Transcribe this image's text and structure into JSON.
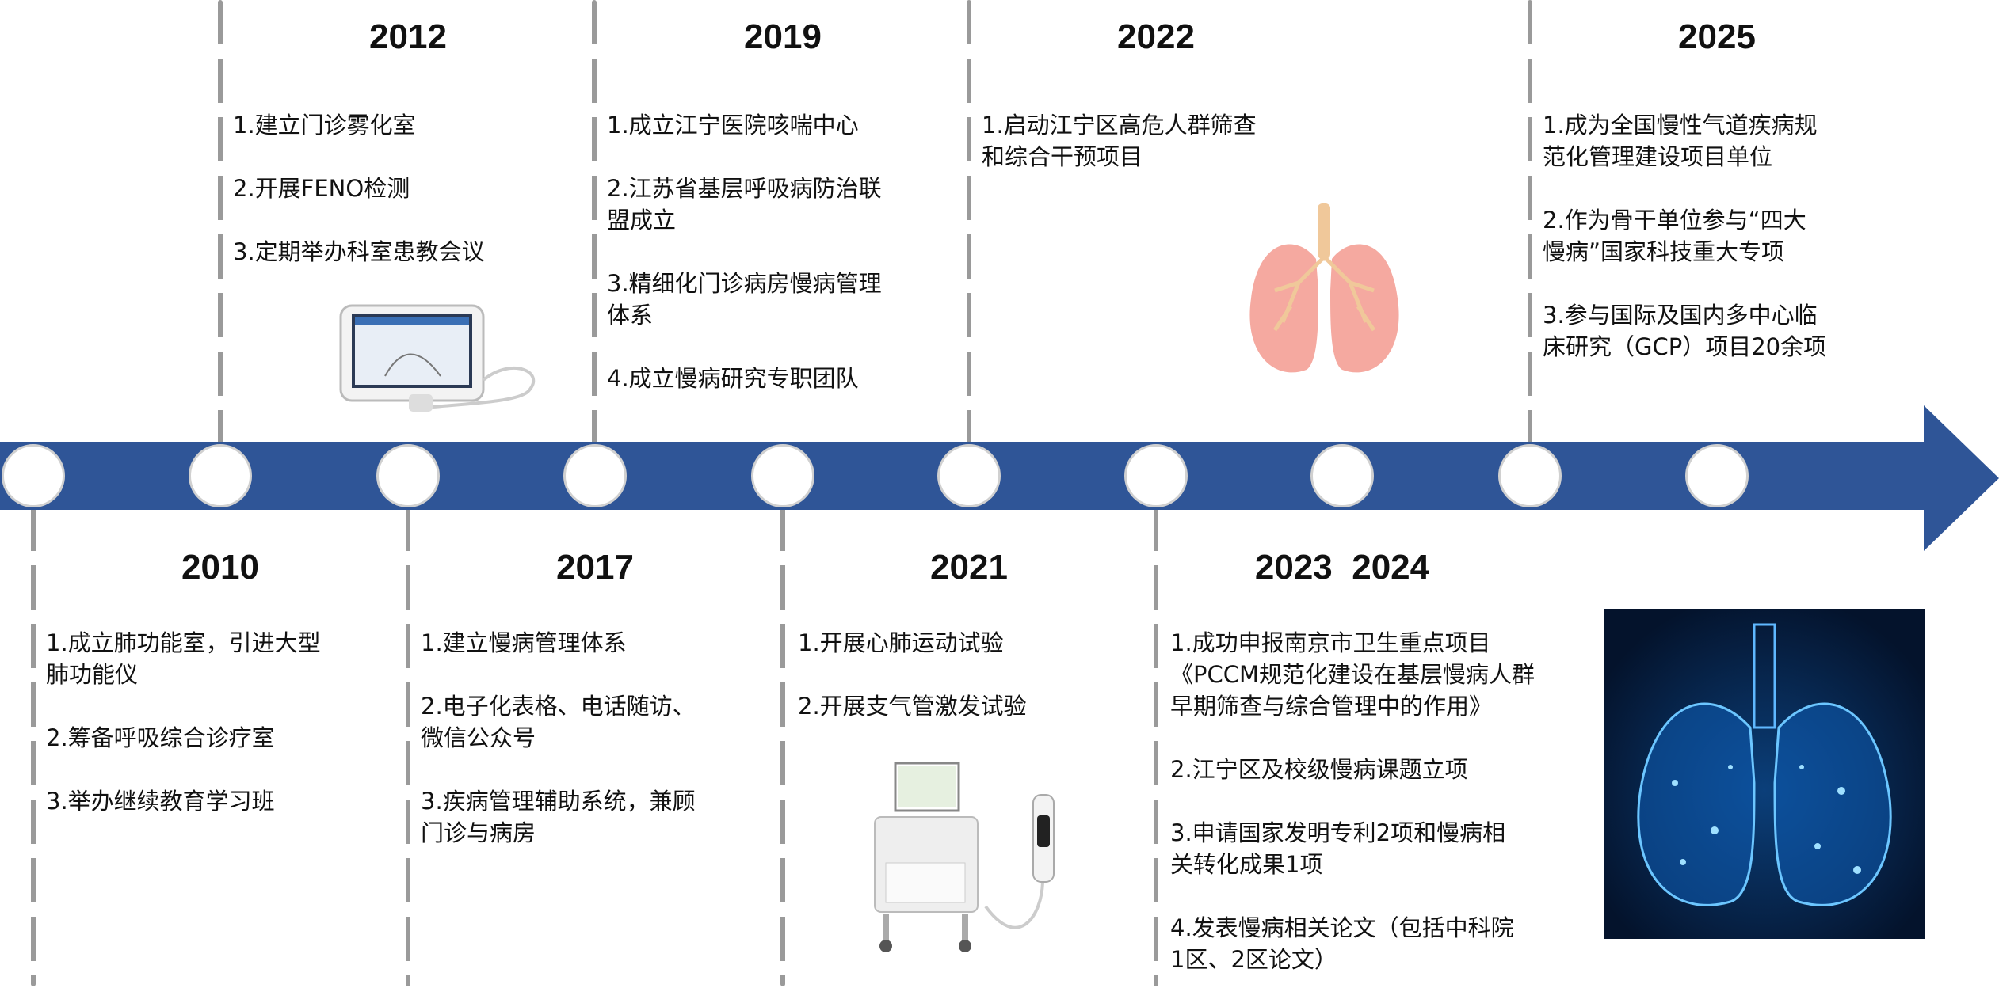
{
  "milestones": {
    "y2010": {
      "year": "2010",
      "items": [
        "1.成立肺功能室，引进大型\n肺功能仪",
        "2.筹备呼吸综合诊疗室",
        "3.举办继续教育学习班"
      ]
    },
    "y2012": {
      "year": "2012",
      "items": [
        "1.建立门诊雾化室",
        "2.开展FENO检测",
        "3.定期举办科室患教会议"
      ]
    },
    "y2017": {
      "year": "2017",
      "items": [
        "1.建立慢病管理体系",
        "2.电子化表格、电话随访、\n微信公众号",
        "3.疾病管理辅助系统，兼顾\n门诊与病房"
      ]
    },
    "y2019": {
      "year": "2019",
      "items": [
        "1.成立江宁医院咳喘中心",
        "2.江苏省基层呼吸病防治联\n盟成立",
        "3.精细化门诊病房慢病管理\n体系",
        "4.成立慢病研究专职团队"
      ]
    },
    "y2021": {
      "year": "2021",
      "items": [
        "1.开展心肺运动试验",
        "2.开展支气管激发试验"
      ]
    },
    "y2022": {
      "year": "2022",
      "items": [
        "1.启动江宁区高危人群筛查\n和综合干预项目"
      ]
    },
    "y2023": {
      "year": "2023  2024",
      "items": [
        "1.成功申报南京市卫生重点项目\n《PCCM规范化建设在基层慢病人群\n早期筛查与综合管理中的作用》",
        "2.江宁区及校级慢病课题立项",
        "3.申请国家发明专利2项和慢病相\n关转化成果1项",
        "4.发表慢病相关论文（包括中科院\n1区、2区论文）"
      ]
    },
    "y2025": {
      "year": "2025",
      "items": [
        "1.成为全国慢性气道疾病规\n范化管理建设项目单位",
        "2.作为骨干单位参与“四大\n慢病”国家科技重大专项",
        "3.参与国际及国内多中心临\n床研究（GCP）项目20余项"
      ]
    }
  },
  "colors": {
    "arrow": "#2f5597",
    "dash": "#9a9a9a"
  }
}
